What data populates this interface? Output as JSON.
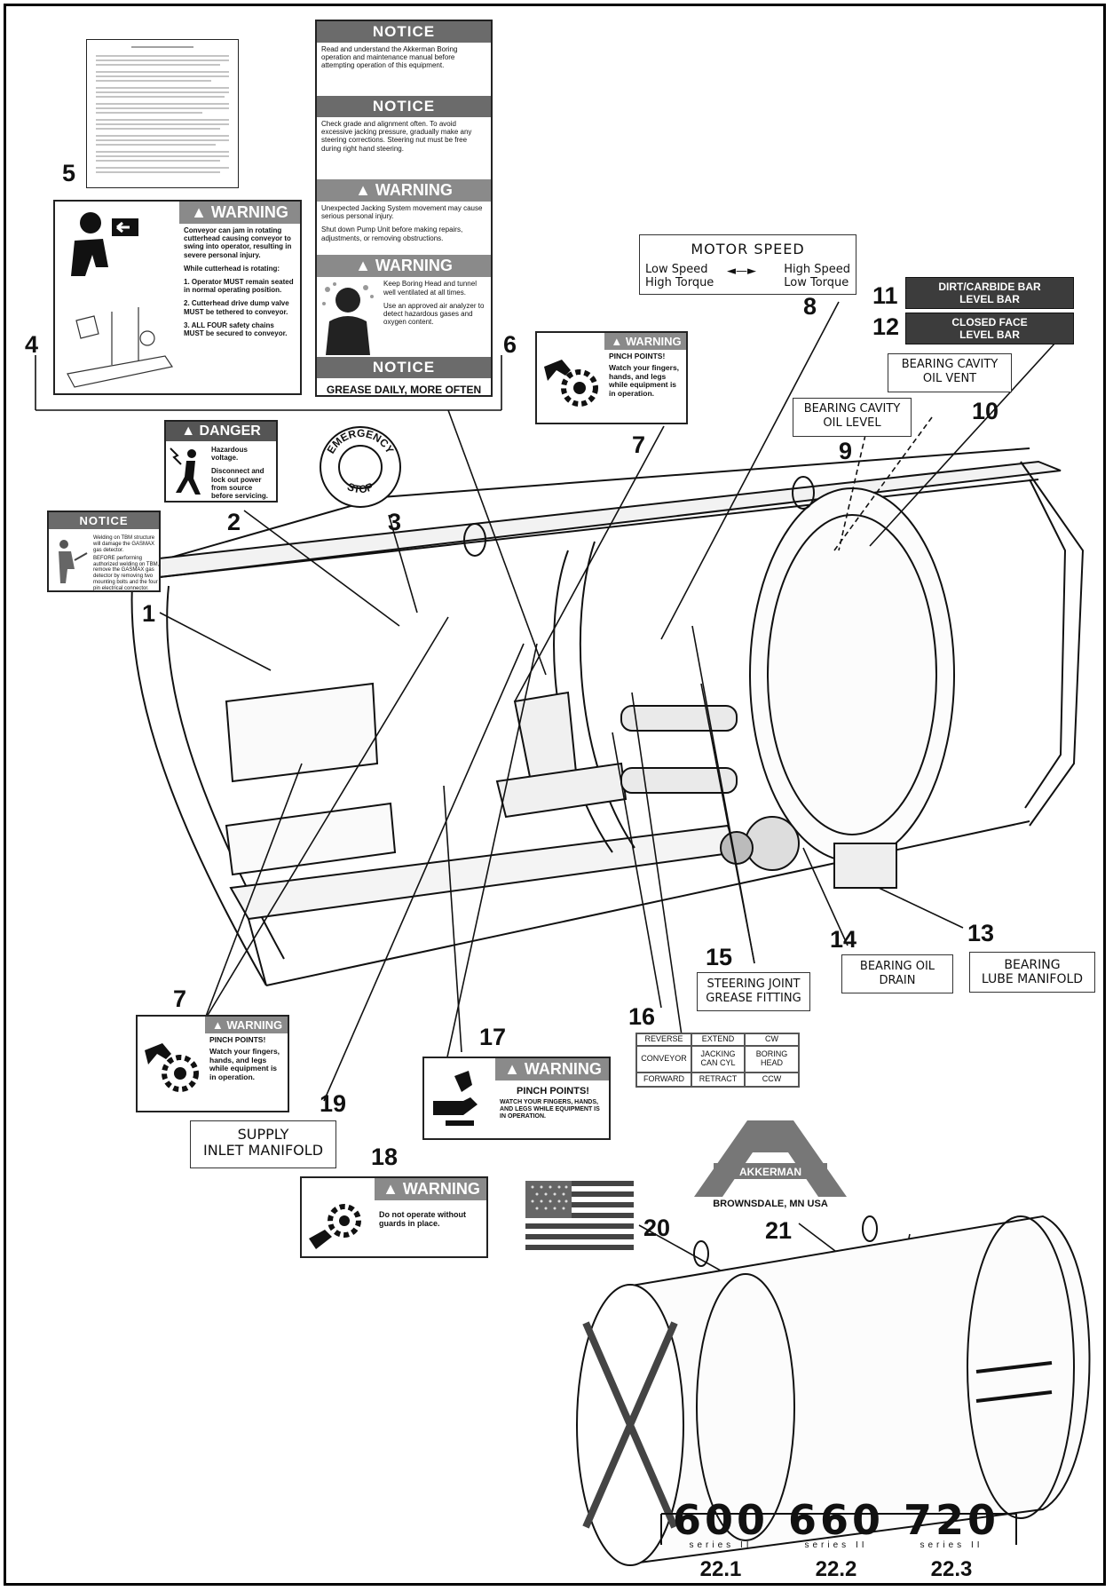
{
  "callouts": {
    "c1": "1",
    "c2": "2",
    "c3": "3",
    "c4": "4",
    "c5": "5",
    "c6": "6",
    "c7a": "7",
    "c7b": "7",
    "c8": "8",
    "c9": "9",
    "c10": "10",
    "c11": "11",
    "c12": "12",
    "c13": "13",
    "c14": "14",
    "c15": "15",
    "c16": "16",
    "c17": "17",
    "c18": "18",
    "c19": "19",
    "c20": "20",
    "c21": "21"
  },
  "decal_6": {
    "notice1_header": "NOTICE",
    "notice1_text": "Read and understand the Akkerman Boring operation and maintenance manual before attempting operation of this equipment.",
    "notice2_header": "NOTICE",
    "notice2_text": "Check grade and alignment often. To avoid excessive jacking pressure, gradually make any steering corrections. Steering nut must be free during right hand steering.",
    "warning1_header": "WARNING",
    "warning1_text": "Unexpected Jacking System movement may cause serious personal injury.",
    "warning1_text2": "Shut down Pump Unit before making repairs, adjustments, or removing obstructions.",
    "warning2_header": "WARNING",
    "warning2_text": "Keep Boring Head and tunnel well ventilated at all times.",
    "warning2_text2": "Use an approved air analyzer to detect hazardous gases and oxygen content.",
    "notice3_header": "NOTICE",
    "notice3_text": "GREASE DAILY, MORE OFTEN UNDER WET CONDITIONS"
  },
  "decal_4": {
    "header": "WARNING",
    "text1": "Conveyor can jam in rotating cutterhead causing conveyor to swing into operator, resulting in severe personal injury.",
    "text2": "While cutterhead is rotating:",
    "item1": "1. Operator MUST remain seated in normal operating position.",
    "item2": "2. Cutterhead drive dump valve MUST be tethered to conveyor.",
    "item3": "3. ALL FOUR safety chains MUST be secured to conveyor."
  },
  "decal_2": {
    "header": "DANGER",
    "text1": "Hazardous voltage.",
    "text2": "Disconnect and lock out power from source before servicing."
  },
  "decal_1": {
    "header": "NOTICE",
    "text1": "Welding on TBM structure will damage the GASMAX gas detector.",
    "text2": "BEFORE performing authorized welding on TBM, remove the GASMAX gas detector by removing two mounting bolts and the four pin electrical connector."
  },
  "decal_3": {
    "top": "EMERGENCY",
    "bottom": "STOP"
  },
  "decal_7": {
    "header": "WARNING",
    "title": "PINCH POINTS!",
    "text": "Watch your fingers, hands, and legs while equipment is in operation."
  },
  "decal_8": {
    "title": "MOTOR SPEED",
    "l1": "Low Speed",
    "l2": "High Torque",
    "r1": "High Speed",
    "r2": "Low Torque"
  },
  "decal_11": {
    "l1": "DIRT/CARBIDE BAR",
    "l2": "LEVEL BAR"
  },
  "decal_12": {
    "l1": "CLOSED FACE",
    "l2": "LEVEL BAR"
  },
  "decal_9": {
    "l1": "BEARING CAVITY",
    "l2": "OIL LEVEL"
  },
  "decal_10": {
    "l1": "BEARING CAVITY",
    "l2": "OIL VENT"
  },
  "decal_13": {
    "l1": "BEARING",
    "l2": "LUBE MANIFOLD"
  },
  "decal_14": {
    "l1": "BEARING OIL",
    "l2": "DRAIN"
  },
  "decal_15": {
    "l1": "STEERING JOINT",
    "l2": "GREASE FITTING"
  },
  "decal_16": {
    "c1a": "REVERSE",
    "c1b": "CONVEYOR",
    "c1c": "FORWARD",
    "c2a": "EXTEND",
    "c2b": "JACKING CAN CYL",
    "c2c": "RETRACT",
    "c3a": "CW",
    "c3b": "BORING HEAD",
    "c3c": "CCW"
  },
  "decal_17": {
    "header": "WARNING",
    "title": "PINCH POINTS!",
    "text": "WATCH YOUR FINGERS, HANDS, AND LEGS WHILE EQUIPMENT IS IN OPERATION."
  },
  "decal_18": {
    "header": "WARNING",
    "text": "Do not operate without guards in place."
  },
  "decal_19": {
    "l1": "SUPPLY",
    "l2": "INLET MANIFOLD"
  },
  "decal_21": {
    "brand": "AKKERMAN",
    "location": "BROWNSDALE, MN USA"
  },
  "decal_22": {
    "m1": "600",
    "m2": "660",
    "m3": "720",
    "series": "series II",
    "n1": "22.1",
    "n2": "22.2",
    "n3": "22.3"
  }
}
